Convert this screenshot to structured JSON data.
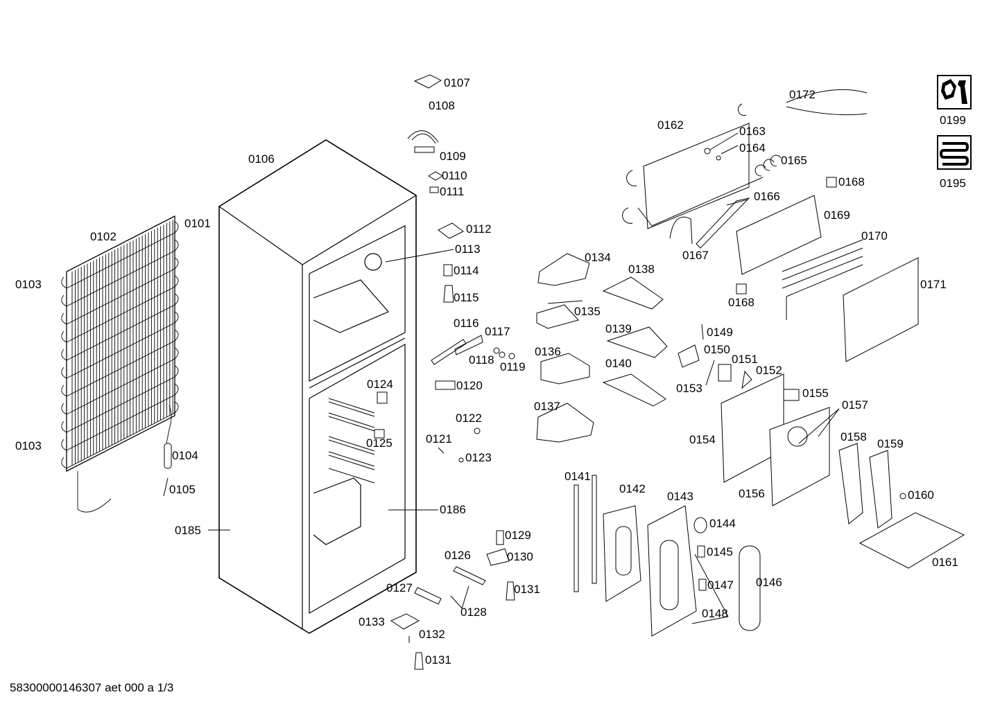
{
  "footer_text": "58300000146307 aet 000 a 1/3",
  "legend": [
    {
      "code": "0199",
      "icon": "wrench-nut-icon"
    },
    {
      "code": "0195",
      "icon": "coil-icon"
    }
  ],
  "labels": [
    "0101",
    "0102",
    "0103",
    "0103",
    "0104",
    "0105",
    "0106",
    "0107",
    "0108",
    "0109",
    "0110",
    "0111",
    "0112",
    "0113",
    "0114",
    "0115",
    "0116",
    "0117",
    "0118",
    "0119",
    "0120",
    "0121",
    "0122",
    "0123",
    "0124",
    "0125",
    "0126",
    "0127",
    "0128",
    "0129",
    "0130",
    "0131",
    "0131",
    "0132",
    "0133",
    "0134",
    "0135",
    "0136",
    "0137",
    "0138",
    "0139",
    "0140",
    "0141",
    "0142",
    "0143",
    "0144",
    "0145",
    "0146",
    "0147",
    "0148",
    "0149",
    "0150",
    "0151",
    "0152",
    "0153",
    "0154",
    "0155",
    "0156",
    "0157",
    "0158",
    "0159",
    "0160",
    "0161",
    "0162",
    "0163",
    "0164",
    "0165",
    "0166",
    "0167",
    "0168",
    "0168",
    "0169",
    "0170",
    "0171",
    "0172",
    "0185",
    "0186"
  ]
}
